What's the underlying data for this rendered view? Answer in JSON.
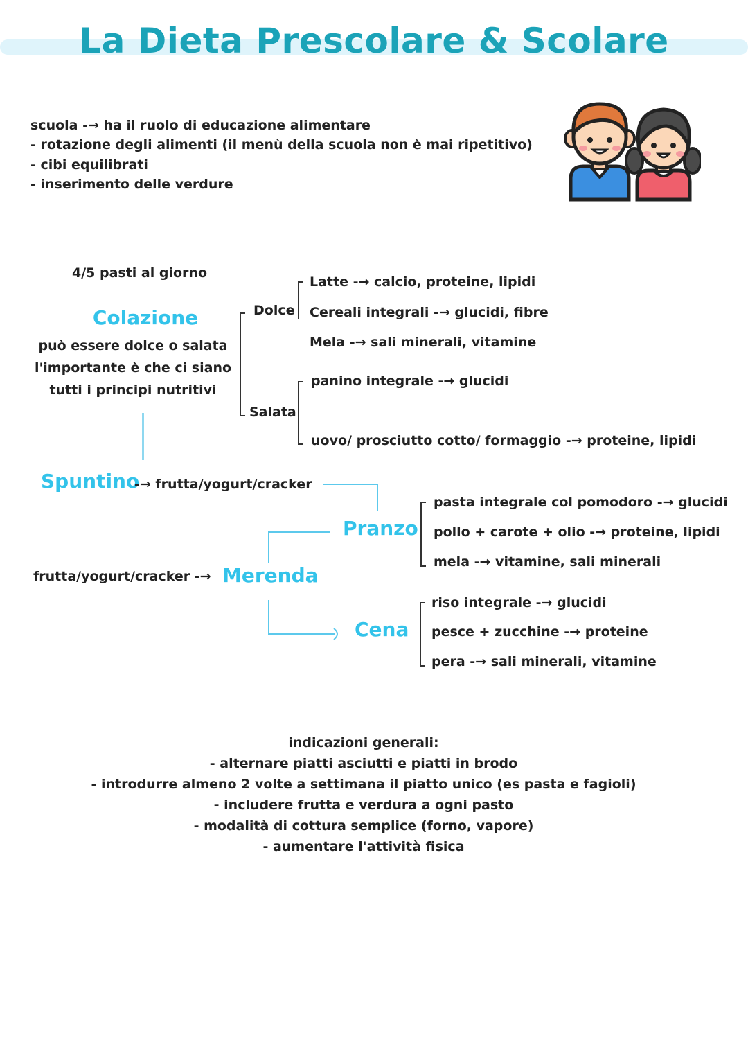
{
  "title": "La Dieta Prescolare & Scolare",
  "intro": {
    "line1": "scuola -→ ha il ruolo di educazione alimentare",
    "line2": "- rotazione degli alimenti (il menù della scuola non è mai ripetitivo)",
    "line3": "- cibi equilibrati",
    "line4": "- inserimento delle verdure"
  },
  "pasti": "4/5 pasti al giorno",
  "colazione": {
    "title": "Colazione",
    "desc1": "può essere dolce o salata",
    "desc2": "l'importante è che ci siano",
    "desc3": "tutti i principi nutritivi",
    "dolce_label": "Dolce",
    "salata_label": "Salata",
    "dolce": [
      "Latte -→ calcio, proteine, lipidi",
      "Cereali integrali -→ glucidi, fibre",
      "Mela -→ sali minerali, vitamine"
    ],
    "salata": [
      "panino integrale -→ glucidi",
      "uovo/ prosciutto cotto/ formaggio -→ proteine, lipidi"
    ]
  },
  "spuntino": {
    "title": "Spuntino",
    "desc": "-→ frutta/yogurt/cracker"
  },
  "merenda": {
    "desc": "frutta/yogurt/cracker -→",
    "title": "Merenda"
  },
  "pranzo": {
    "title": "Pranzo",
    "items": [
      "pasta integrale col pomodoro -→ glucidi",
      "pollo + carote + olio -→ proteine, lipidi",
      "mela -→ vitamine, sali minerali"
    ]
  },
  "cena": {
    "title": "Cena",
    "items": [
      "riso integrale -→ glucidi",
      "pesce + zucchine -→ proteine",
      "pera -→ sali minerali, vitamine"
    ]
  },
  "generali": {
    "title": "indicazioni generali:",
    "items": [
      "- alternare piatti asciutti e piatti in brodo",
      "- introdurre almeno 2 volte a settimana il piatto unico (es pasta e fagioli)",
      "- includere frutta e verdura a ogni pasto",
      "- modalità di cottura semplice (forno, vapore)",
      "- aumentare l'attività fisica"
    ]
  },
  "colors": {
    "title": "#1ba3b8",
    "accent": "#33c3ea",
    "line": "#5cc9ec"
  }
}
